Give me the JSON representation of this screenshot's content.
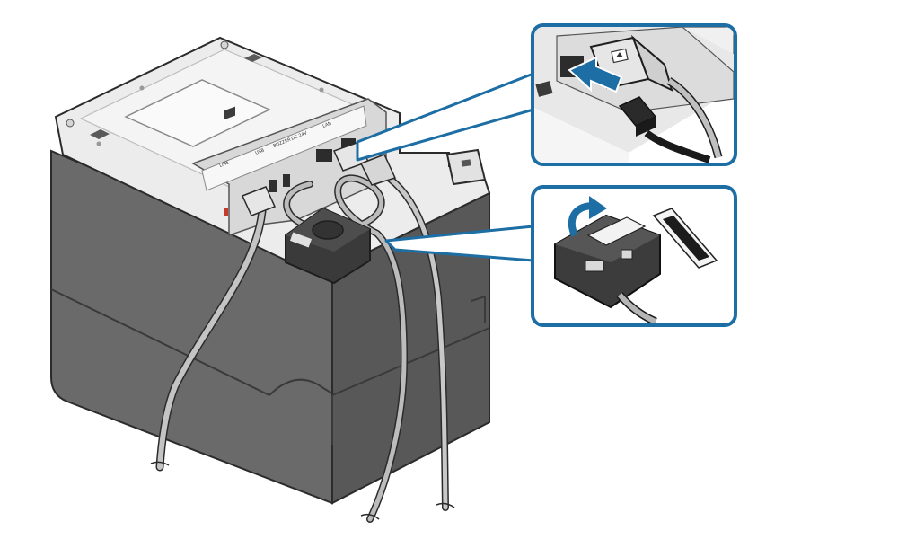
{
  "figure": {
    "type": "illustration",
    "colors": {
      "callout_border": "#1c6ea4",
      "callout_line": "#1c6ea4",
      "arrow": "#1c6ea4",
      "body_dark": "#5f5f5f",
      "body_top": "#e6e6e6",
      "cable": "#b8b8b8"
    }
  },
  "printer": {
    "port_labels": [
      "LINE",
      "USB",
      "BUZZER",
      "DC 24V",
      "LAN"
    ]
  },
  "callout_top": {
    "icon": "usb-symbol-icon"
  },
  "callout_bottom": {
    "icon": "adhesive-tape-icon"
  }
}
